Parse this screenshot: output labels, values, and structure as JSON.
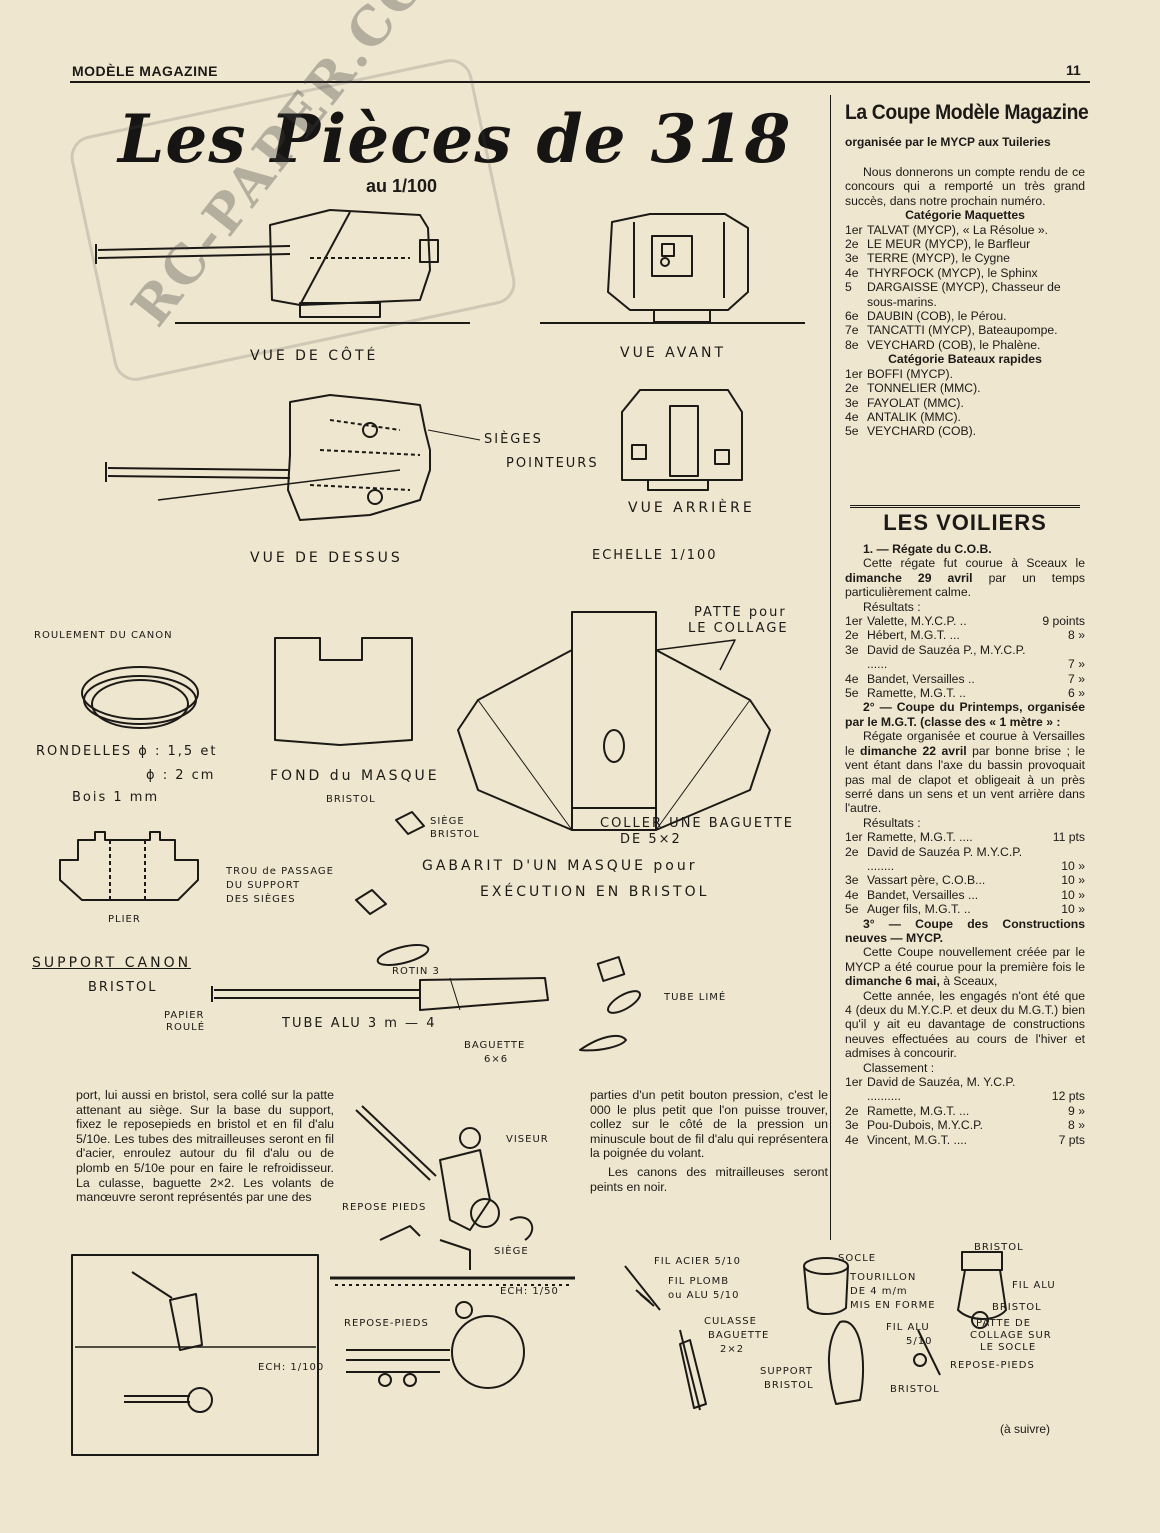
{
  "header": {
    "magazine": "MODÈLE MAGAZINE",
    "page_number": "11"
  },
  "title": {
    "main": "Les Pièces de 318",
    "scale": "au 1/100"
  },
  "watermark": {
    "text": "RC-PAPER.COM"
  },
  "drawings": {
    "labels": {
      "vue_cote": "VUE DE CÔTÉ",
      "vue_avant": "VUE AVANT",
      "sieges": "SIÈGES",
      "pointeurs": "POINTEURS",
      "vue_arriere": "VUE ARRIÈRE",
      "vue_dessus": "VUE DE DESSUS",
      "echelle": "ECHELLE 1/100",
      "roulement": "ROULEMENT DU CANON",
      "rondelles_1": "RONDELLES ϕ : 1,5 et",
      "rondelles_2": "ϕ : 2 cm",
      "rondelles_3": "Bois 1 mm",
      "fond_masque": "FOND du MASQUE",
      "fond_bristol": "BRISTOL",
      "patte_collage_1": "PATTE pour",
      "patte_collage_2": "LE COLLAGE",
      "coller_baguette_1": "COLLER UNE BAGUETTE",
      "coller_baguette_2": "DE 5×2",
      "siege_bristol_1": "SIÈGE",
      "siege_bristol_2": "BRISTOL",
      "trou_1": "TROU de PASSAGE",
      "trou_2": "DU SUPPORT",
      "trou_3": "DES SIÈGES",
      "plier": "PLIER",
      "gabarit_1": "GABARIT D'UN MASQUE pour",
      "gabarit_2": "EXÉCUTION EN BRISTOL",
      "support_canon": "SUPPORT CANON",
      "support_bristol": "BRISTOL",
      "rotin": "ROTIN 3",
      "tube_lime": "TUBE LIMÉ",
      "papier_roule_1": "PAPIER",
      "papier_roule_2": "ROULÉ",
      "tube_alu": "TUBE ALU 3 m — 4",
      "baguette_1": "BAGUETTE",
      "baguette_2": "6×6",
      "viseur": "VISEUR",
      "repose_pieds": "REPOSE PIEDS",
      "siege": "SIÈGE",
      "ech_150": "ECH: 1/50",
      "ech_1100": "ECH: 1/100",
      "repose_pieds_2": "REPOSE-PIEDS",
      "fil_acier": "FIL ACIER 5/10",
      "fil_plomb_1": "FIL PLOMB",
      "fil_plomb_2": "ou ALU 5/10",
      "culasse_1": "CULASSE",
      "culasse_2": "BAGUETTE",
      "culasse_3": "2×2",
      "support_bristol_2a": "SUPPORT",
      "support_bristol_2b": "BRISTOL",
      "socle": "SOCLE",
      "tourillon_1": "TOURILLON",
      "tourillon_2": "DE 4 m/m",
      "tourillon_3": "MIS EN FORME",
      "bristol_top": "BRISTOL",
      "fil_alu_r": "FIL ALU",
      "bristol_r": "BRISTOL",
      "patte_socle_1": "PATTE DE",
      "patte_socle_2": "COLLAGE SUR",
      "patte_socle_3": "LE SOCLE",
      "fil_alu_510_1": "FIL ALU",
      "fil_alu_510_2": "5/10",
      "repose_pieds_3": "REPOSE-PIEDS",
      "bristol_bottom": "BRISTOL"
    }
  },
  "body_text": {
    "col1": "port, lui aussi en bristol, sera collé sur la patte attenant au siège. Sur la base du support, fixez le reposepieds en bristol et en fil d'alu 5/10e. Les tubes des mitrailleuses seront en fil d'acier, enroulez autour du fil d'alu ou de plomb en 5/10e pour en faire le refroidisseur. La culasse, baguette 2×2. Les volants de manœuvre seront représentés par une des",
    "col2_p1": "parties d'un petit bouton pression, c'est le 000 le plus petit que l'on puisse trouver, collez sur le côté de la pression un minuscule bout de fil d'alu qui représentera la poignée du volant.",
    "col2_p2": "Les canons des mitrailleuses seront peints en noir.",
    "suivre": "(à suivre)"
  },
  "sidebar": {
    "coupe_title": "La Coupe Modèle Magazine",
    "coupe_subtitle": "organisée par le MYCP aux Tuileries",
    "intro": "Nous donnerons un compte rendu de ce concours qui a remporté un très grand succès, dans notre prochain numéro.",
    "cat_maquettes": "Catégorie Maquettes",
    "maquettes": [
      {
        "rank": "1er",
        "text": "TALVAT (MYCP), « La Résolue »."
      },
      {
        "rank": "2e",
        "text": "LE MEUR (MYCP), le Barfleur"
      },
      {
        "rank": "3e",
        "text": "TERRE (MYCP), le Cygne"
      },
      {
        "rank": "4e",
        "text": "THYRFOCK (MYCP), le Sphinx"
      },
      {
        "rank": "5",
        "text": "DARGAISSE (MYCP), Chasseur de sous-marins."
      },
      {
        "rank": "6e",
        "text": "DAUBIN (COB), le Pérou."
      },
      {
        "rank": "7e",
        "text": "TANCATTI (MYCP), Bateaupompe."
      },
      {
        "rank": "8e",
        "text": "VEYCHARD (COB), le Phalène."
      }
    ],
    "cat_rapides": "Catégorie Bateaux rapides",
    "rapides": [
      {
        "rank": "1er",
        "text": "BOFFI (MYCP)."
      },
      {
        "rank": "2e",
        "text": "TONNELIER (MMC)."
      },
      {
        "rank": "3e",
        "text": "FAYOLAT (MMC)."
      },
      {
        "rank": "4e",
        "text": "ANTALIK (MMC)."
      },
      {
        "rank": "5e",
        "text": "VEYCHARD (COB)."
      }
    ],
    "voiliers_title": "LES VOILIERS",
    "regate_cob_head": "1. — Régate du C.O.B.",
    "regate_cob_text_a": "Cette régate fut courue à Sceaux le",
    "regate_cob_date": "dimanche 29 avril",
    "regate_cob_text_b": "par un temps particulièrement calme.",
    "resultats_label": "Résultats :",
    "regate_cob_results": [
      {
        "rank": "1er",
        "name": "Valette, M.Y.C.P. ..",
        "score": "9 points"
      },
      {
        "rank": "2e",
        "name": "Hébert, M.G.T. ...",
        "score": "8 »"
      },
      {
        "rank": "3e",
        "name": "David de Sauzéa P., M.Y.C.P. ......",
        "score": "7 »"
      },
      {
        "rank": "4e",
        "name": "Bandet, Versailles ..",
        "score": "7 »"
      },
      {
        "rank": "5e",
        "name": "Ramette, M.G.T. ..",
        "score": "6 »"
      }
    ],
    "coupe_printemps_head": "2° — Coupe du Printemps, organisée par le M.G.T. (classe des « 1 mètre » :",
    "coupe_printemps_text_a": "Régate organisée et courue à Versailles le",
    "coupe_printemps_date": "dimanche 22 avril",
    "coupe_printemps_text_b": "par bonne brise ; le vent étant dans l'axe du bassin provoquait pas mal de clapot et obligeait à un près serré dans un sens et un vent arrière dans l'autre.",
    "resultats_label_2": "Résultats :",
    "coupe_printemps_results": [
      {
        "rank": "1er",
        "name": "Ramette, M.G.T. ....",
        "score": "11 pts"
      },
      {
        "rank": "2e",
        "name": "David de Sauzéa P. M.Y.C.P. ........",
        "score": "10 »"
      },
      {
        "rank": "3e",
        "name": "Vassart père, C.O.B...",
        "score": "10 »"
      },
      {
        "rank": "4e",
        "name": "Bandet, Versailles ...",
        "score": "10 »"
      },
      {
        "rank": "5e",
        "name": "Auger fils, M.G.T. ..",
        "score": "10 »"
      }
    ],
    "coupe_constructions_head": "3° — Coupe des Constructions neuves — MYCP.",
    "coupe_constructions_text_a": "Cette Coupe nouvellement créée par le MYCP a été courue pour la première fois le",
    "coupe_constructions_date": "dimanche 6 mai,",
    "coupe_constructions_text_b": "à Sceaux,",
    "coupe_constructions_text_c": "Cette année, les engagés n'ont été que 4 (deux du M.Y.C.P. et deux du M.G.T.) bien qu'il y ait eu davantage de constructions neuves effectuées au cours de l'hiver et admises à concourir.",
    "classement_label": "Classement :",
    "coupe_constructions_results": [
      {
        "rank": "1er",
        "name": "David de Sauzéa, M. Y.C.P. ..........",
        "score": "12 pts"
      },
      {
        "rank": "2e",
        "name": "Ramette, M.G.T. ...",
        "score": "9 »"
      },
      {
        "rank": "3e",
        "name": "Pou-Dubois, M.Y.C.P.",
        "score": "8 »"
      },
      {
        "rank": "4e",
        "name": "Vincent, M.G.T. ....",
        "score": "7 pts"
      }
    ]
  }
}
